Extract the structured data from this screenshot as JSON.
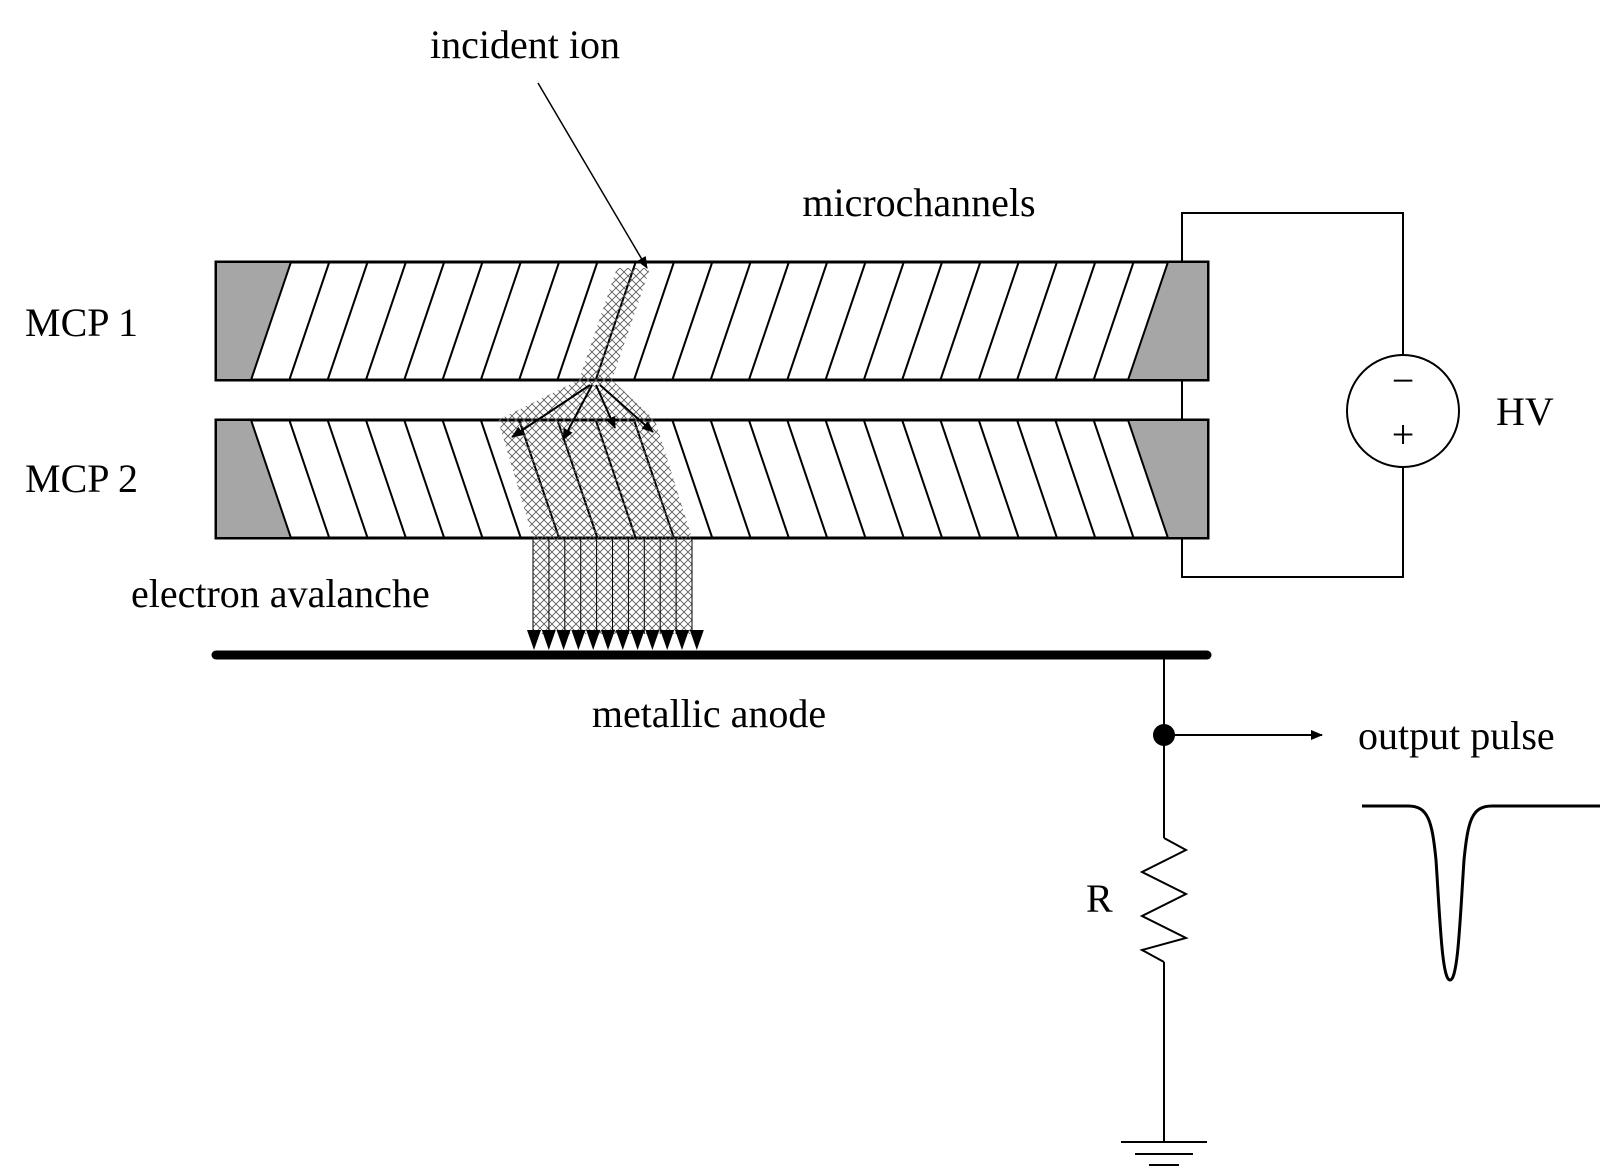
{
  "labels": {
    "incident_ion": "incident ion",
    "microchannels": "microchannels",
    "mcp1": "MCP 1",
    "mcp2": "MCP 2",
    "electron_avalanche": "electron avalanche",
    "metallic_anode": "metallic anode",
    "hv": "HV",
    "output_pulse": "output pulse",
    "resistor": "R",
    "hv_minus": "−",
    "hv_plus": "+"
  },
  "colors": {
    "line": "#000000",
    "plate_edge": "#a6a6a6",
    "plate_fill": "#ffffff",
    "hatch": "#555555"
  }
}
